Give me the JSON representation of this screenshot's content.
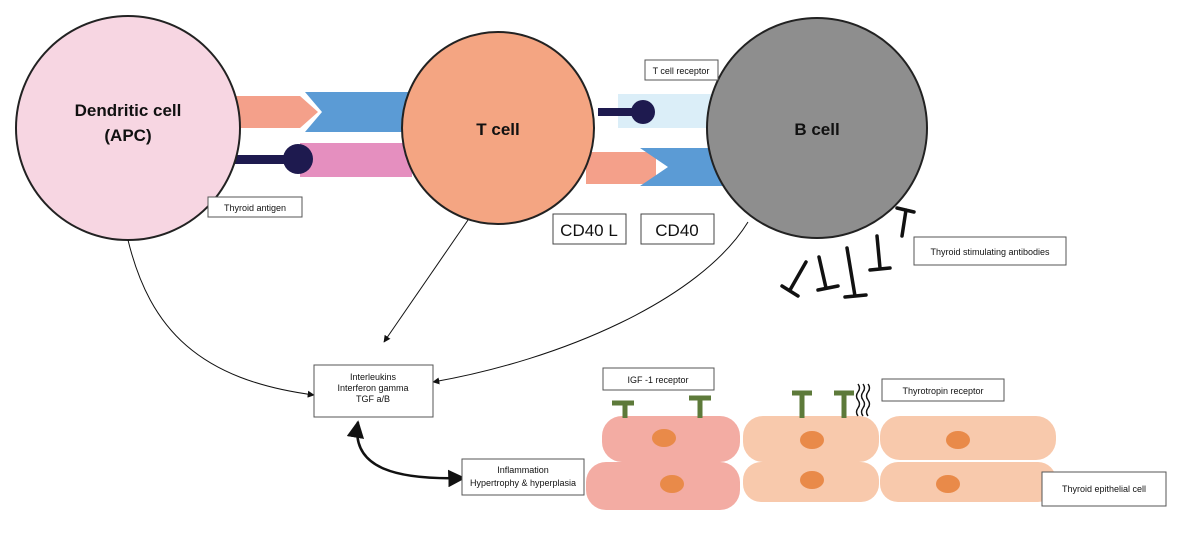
{
  "cells": {
    "dendritic": {
      "label_line1": "Dendritic cell",
      "label_line2": "(APC)",
      "color": "#f7d6e2"
    },
    "t_cell": {
      "label": "T cell",
      "color": "#f4a582"
    },
    "b_cell": {
      "label": "B cell",
      "color": "#8e8e8e"
    }
  },
  "labels": {
    "thyroid_antigen": "Thyroid antigen",
    "t_cell_receptor": "T cell receptor",
    "cd40l": "CD40 L",
    "cd40": "CD40",
    "thyroid_stimulating_antibodies": "Thyroid stimulating antibodies",
    "cytokines": [
      "Interleukins",
      "Interferon gamma",
      "TGF a/B"
    ],
    "outcomes": [
      "Inflammation",
      "Hypertrophy & hyperplasia"
    ],
    "igf_receptor": "IGF -1 receptor",
    "thyrotropin_receptor": "Thyrotropin receptor",
    "thyroid_epithelial_cell": "Thyroid epithelial cell"
  },
  "colors": {
    "receptor_blue": "#5b9bd5",
    "receptor_light_blue": "#dbeef8",
    "pink_receptor": "#e58fbf",
    "salmon": "#f4a08a",
    "navy_stalk": "#1e1a4f",
    "igf_green": "#5d7a3a",
    "epithelium_pink": "#f3aca3",
    "epithelium_peach": "#f8c9ac",
    "nucleus": "#e98a49"
  },
  "icons": [
    "antibody-icon",
    "igf-receptor-icon",
    "thyrotropin-receptor-icon"
  ]
}
